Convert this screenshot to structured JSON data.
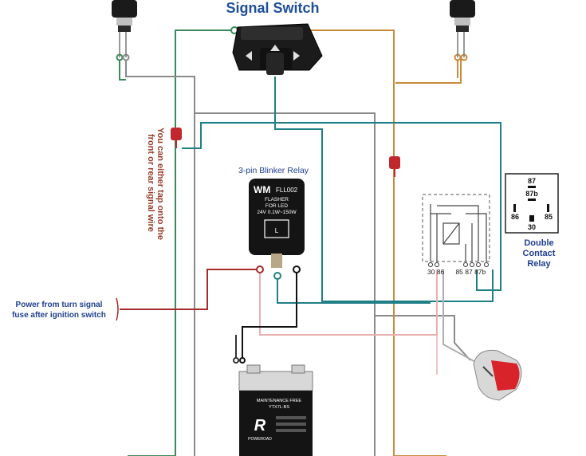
{
  "title": "Signal Switch",
  "blinker_relay": {
    "caption": "3-pin Blinker Relay",
    "brand": "WM",
    "model": "FLL002",
    "line1": "FLASHER",
    "line2": "FOR LED",
    "line3": "24V  0.1W~150W",
    "pin_label": "L"
  },
  "relay_pinout": {
    "pin_87": "87",
    "pin_87b": "87b",
    "pin_86": "86",
    "pin_85": "85",
    "pin_30": "30"
  },
  "relay_caption": [
    "Double",
    "Contact",
    "Relay"
  ],
  "relay_terminals": "30 86      85 87 87b",
  "note_vertical": [
    "You can either tap onto the",
    "front or rear signal wire"
  ],
  "power_note": [
    "Power from turn signal",
    "fuse after ignition switch"
  ],
  "battery": {
    "label": "MAINTENANCE FREE",
    "model": "YTX7L-BS",
    "brand_logo": "R",
    "brand": "POWEROAD"
  },
  "colors": {
    "green_wire": "#3a8a5a",
    "orange_wire": "#c88a3c",
    "teal_wire": "#1f7f86",
    "gray_wire": "#8a8a8a",
    "red_wire": "#a52a2a",
    "black_wire": "#111111",
    "title": "#1f4e9a",
    "caption": "#1f3f8f",
    "note": "#9a3c2a"
  }
}
